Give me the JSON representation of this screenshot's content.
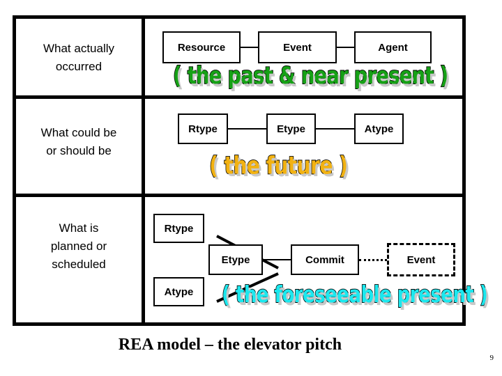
{
  "slide": {
    "caption": "REA model – the elevator pitch",
    "page_number": "9"
  },
  "matrix": {
    "rows": [
      {
        "label": "What actually\noccurred",
        "label_line1": "What actually",
        "label_line2": "occurred",
        "wordart": "( the past & near present )",
        "wordart_color": "#16a116",
        "boxes": [
          {
            "label": "Resource",
            "style": "solid"
          },
          {
            "label": "Event",
            "style": "solid"
          },
          {
            "label": "Agent",
            "style": "solid"
          }
        ]
      },
      {
        "label_line1": "What could be",
        "label_line2": "or should be",
        "wordart": "( the future )",
        "wordart_color": "#f2b212",
        "boxes": [
          {
            "label": "Rtype",
            "style": "solid"
          },
          {
            "label": "Etype",
            "style": "solid"
          },
          {
            "label": "Atype",
            "style": "solid"
          }
        ]
      },
      {
        "label_line1": "What is",
        "label_line2": "planned or",
        "label_line3": "scheduled",
        "wordart": "( the foreseeable present )",
        "wordart_color": "#1ce8ee",
        "boxes": [
          {
            "label": "Rtype",
            "style": "solid"
          },
          {
            "label": "Etype",
            "style": "solid"
          },
          {
            "label": "Atype",
            "style": "solid"
          },
          {
            "label": "Commit",
            "style": "solid"
          },
          {
            "label": "Event",
            "style": "dashed"
          }
        ]
      }
    ]
  },
  "colors": {
    "border": "#000000",
    "background": "#ffffff",
    "green": "#16a116",
    "gold": "#f2b212",
    "cyan": "#1ce8ee",
    "shadow": "#c8c8c8"
  }
}
